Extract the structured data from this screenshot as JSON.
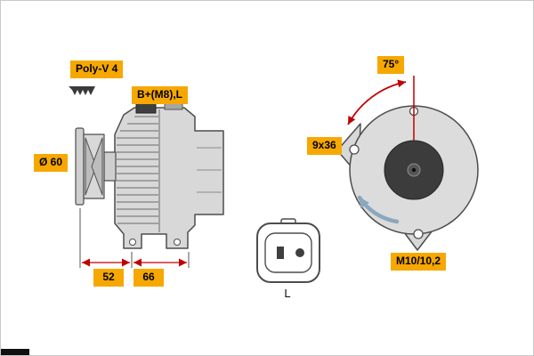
{
  "labels": {
    "belt_type": "Poly-V 4",
    "terminals": "B+(M8),L",
    "pulley_diameter": "Ø 60",
    "pivot_angle": "75°",
    "mounting_size": "9x36",
    "thread_size": "M10/10,2",
    "dim_pulley": "52",
    "dim_body": "66",
    "connector_pin": "L"
  },
  "colors": {
    "label_background": "#F6A800",
    "label_text": "#000000",
    "dimension_red": "#C00000",
    "rotation_arrow_blue": "#8BA7BD",
    "body_gray": "#D8D8D8",
    "hub_dark": "#3C3C3C",
    "outline": "#4D4D4D",
    "background": "#FFFFFF"
  }
}
